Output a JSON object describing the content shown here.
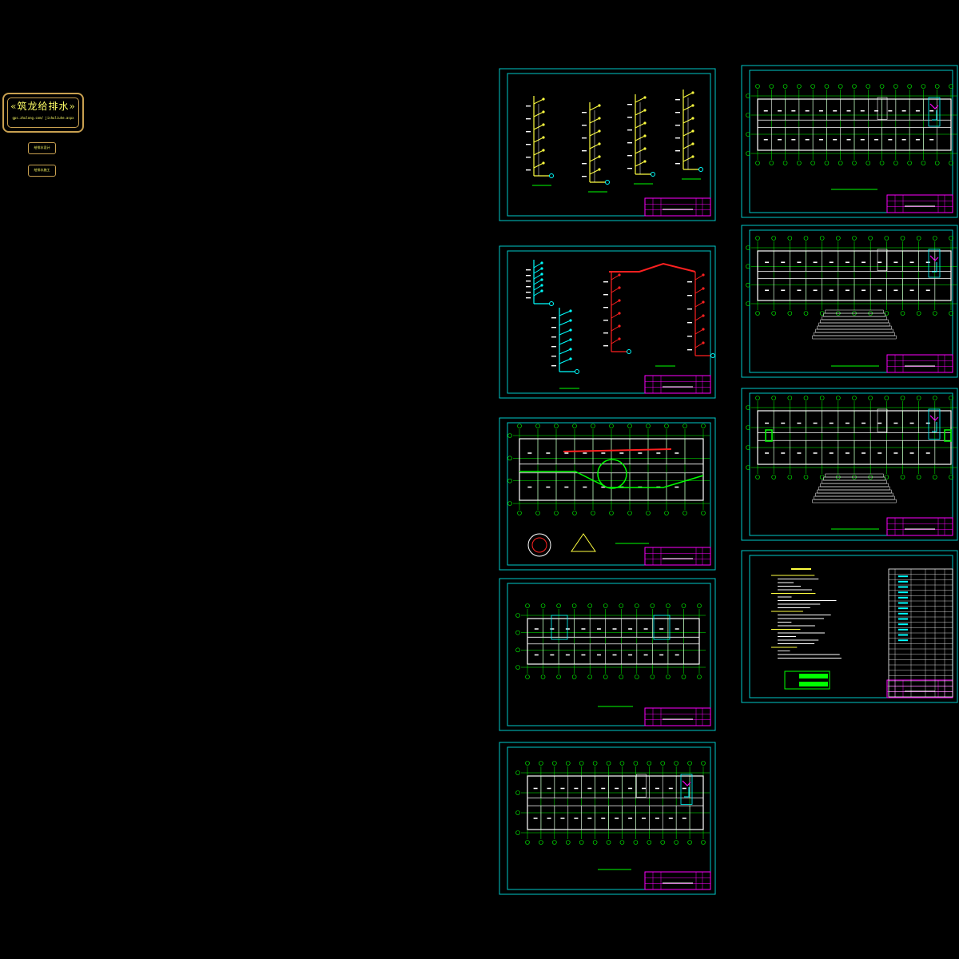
{
  "logo": {
    "title": "«筑龙给排水»",
    "subtitle": "gps.zhulong.com/ jishuliuhe.aspx"
  },
  "buttons": [
    {
      "label": "给排水设计"
    },
    {
      "label": "给排水施工"
    }
  ],
  "sheets": [
    {
      "id": "s1",
      "kind": "isometric-yellow"
    },
    {
      "id": "s2",
      "kind": "isometric-red"
    },
    {
      "id": "s3",
      "kind": "floorplan-ground"
    },
    {
      "id": "s4",
      "kind": "floorplan-roof"
    },
    {
      "id": "s5",
      "kind": "floorplan-rooms"
    },
    {
      "id": "s6",
      "kind": "floorplan-top"
    },
    {
      "id": "s7",
      "kind": "floorplan-stairs"
    },
    {
      "id": "s8",
      "kind": "floorplan-stairs-green"
    },
    {
      "id": "s9",
      "kind": "notes"
    }
  ],
  "colors": {
    "background": "#000000",
    "frame": "#00c8c8",
    "titleblock": "#ff00ff",
    "grid": "#00ff00",
    "wall": "#ffffff",
    "pipe_cold": "#00ffff",
    "pipe_hot": "#ff2020",
    "pipe_yellow": "#ffff40",
    "logo_border": "#c8a050",
    "logo_text": "#ffff66"
  }
}
